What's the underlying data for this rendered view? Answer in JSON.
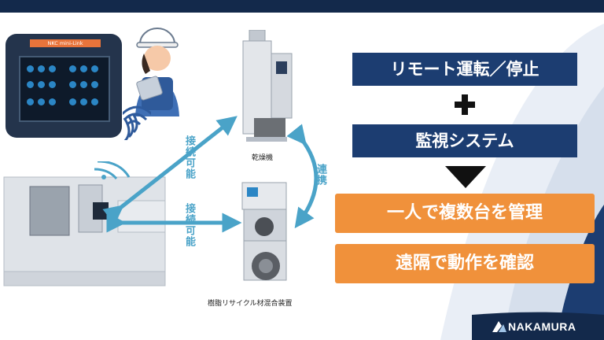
{
  "tablet_title": "NKC mini-Link",
  "labels": {
    "dryer": "乾燥機",
    "mixer": "樹脂リサイクル材混合装置",
    "connect_upper": "接続可能",
    "connect_lower": "接続可能",
    "link": "連携"
  },
  "boxes": {
    "remote": "リモート運転／停止",
    "monitor": "監視システム",
    "manage": "一人で複数台を管理",
    "remote_check": "遠隔で動作を確認"
  },
  "logo": "NAKAMURA",
  "colors": {
    "navy": "#1c3d71",
    "orange": "#f0913b",
    "arrow": "#4aa3c8",
    "top_bar": "#13294b"
  }
}
